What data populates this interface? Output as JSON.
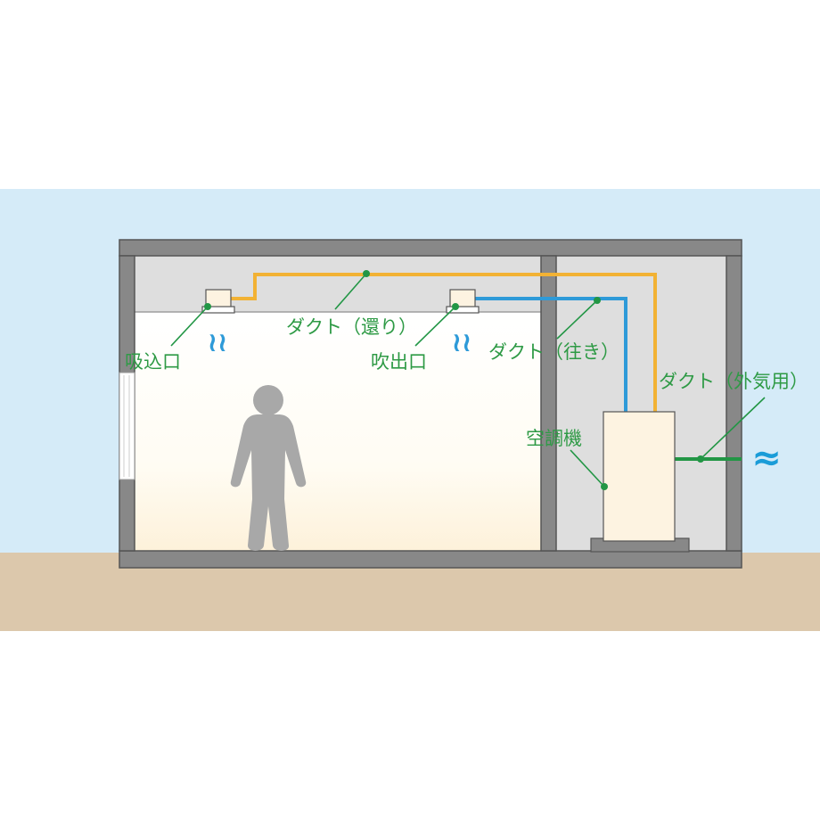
{
  "labels": {
    "intake": "吸込口",
    "outlet": "吹出口",
    "duct_return": "ダクト（還り）",
    "duct_supply": "ダクト（往き）",
    "duct_outdoor": "ダクト（外気用）",
    "ac_unit": "空調機"
  },
  "icons": {
    "warm_air": "≀≀",
    "cool_air": "≀≀",
    "outdoor_air": "≈"
  },
  "colors": {
    "sky": "#d5ebf8",
    "ground": "#dcc8ac",
    "wall": "#888888",
    "return_duct": "#f2b234",
    "supply_duct": "#2e9ad8",
    "outdoor_duct": "#229645",
    "label_text": "#2e9a45",
    "air_icon": "#2e9ad8",
    "outdoor_icon": "#1a9cd8",
    "ac_unit": "#fdf3e1",
    "person": "#a8a8a8"
  }
}
